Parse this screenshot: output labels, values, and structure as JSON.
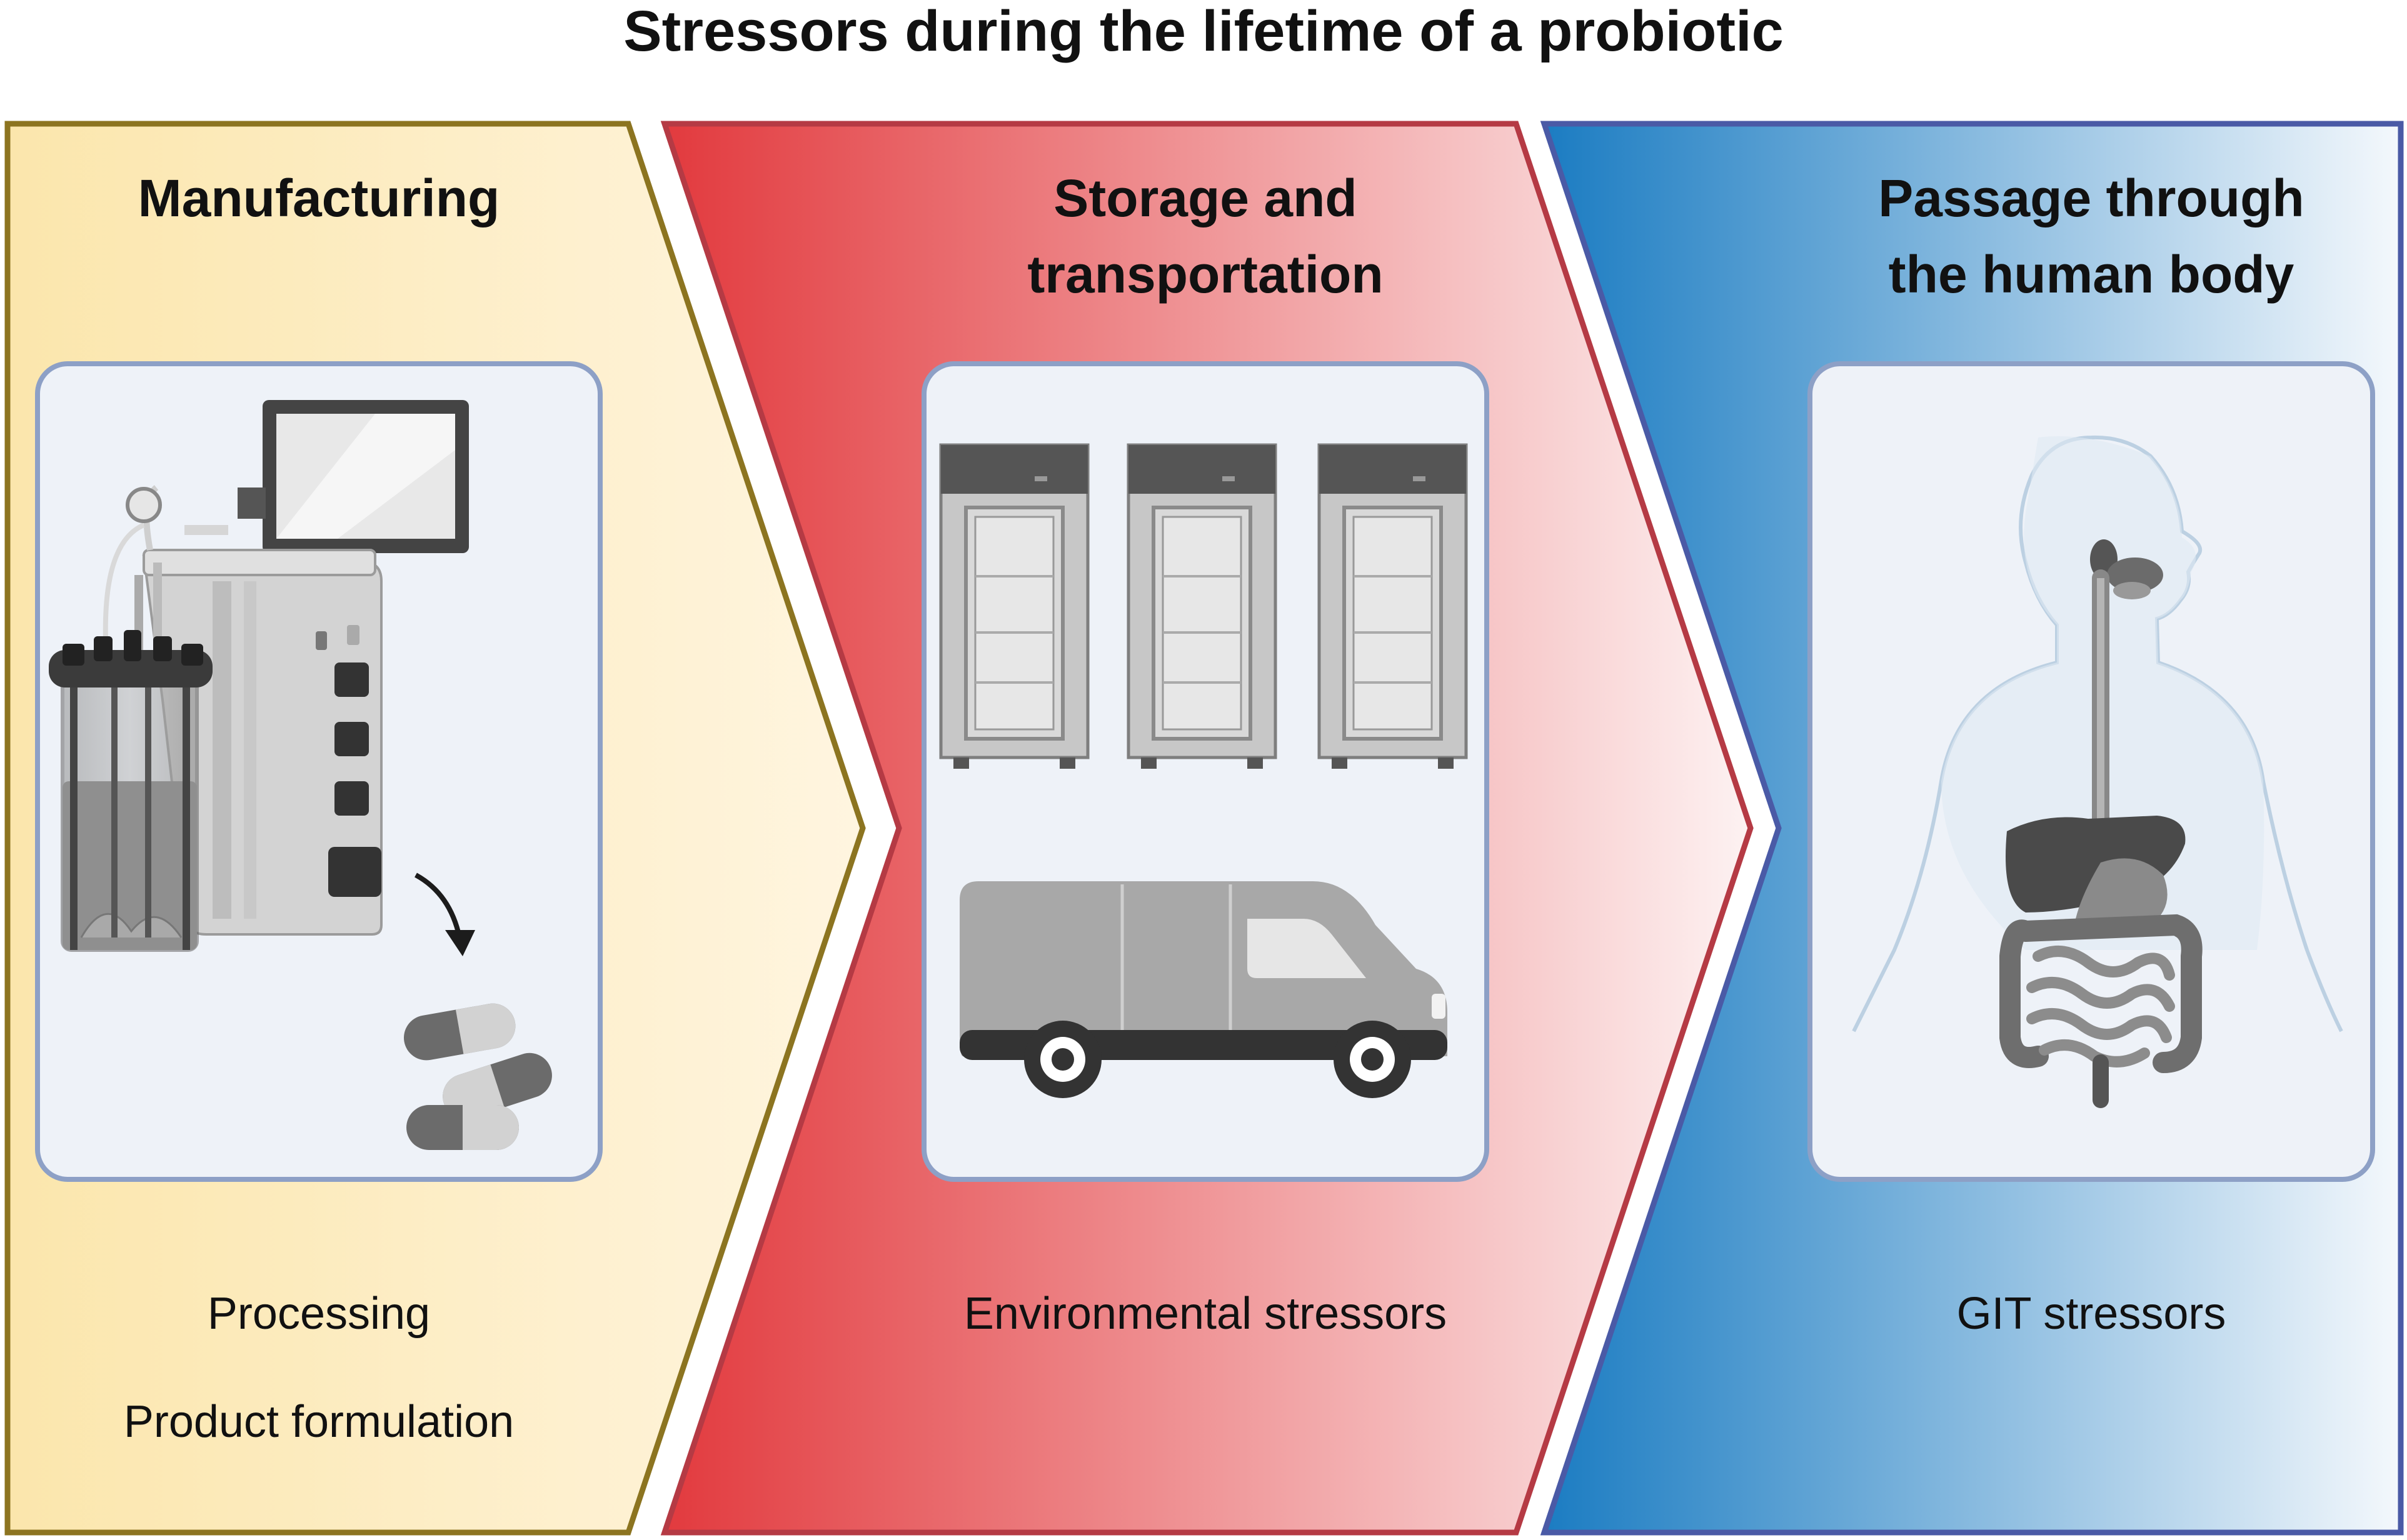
{
  "title": "Stressors during the lifetime of a probiotic",
  "stages": [
    {
      "heading_lines": [
        "Manufacturing"
      ],
      "captions": [
        "Processing",
        "Product formulation"
      ],
      "colors": {
        "fill_start": "#fbe6ac",
        "fill_end": "#fff5e0",
        "border": "#8c7420"
      }
    },
    {
      "heading_lines": [
        "Storage and",
        "transportation"
      ],
      "captions": [
        "Environmental stressors"
      ],
      "colors": {
        "fill_start": "#e23a3e",
        "fill_end": "#fdf2f2",
        "border": "#b53a44"
      }
    },
    {
      "heading_lines": [
        "Passage through",
        "the human body"
      ],
      "captions": [
        "GIT stressors"
      ],
      "colors": {
        "fill_start": "#1b7cc2",
        "fill_end": "#f4f8fc",
        "border": "#4a5aa6"
      }
    }
  ],
  "panel_colors": {
    "fill": "#eef2f8",
    "border": "#8da0c6"
  },
  "icons": [
    "bioreactor-icon",
    "capsule-icon",
    "arrow-icon",
    "refrigerator-icon",
    "van-icon",
    "human-digestive-system-icon"
  ]
}
